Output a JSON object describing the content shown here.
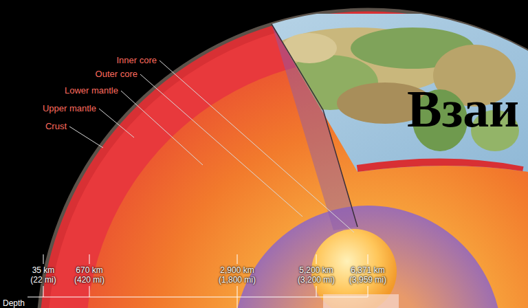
{
  "diagram": {
    "title": "Взаи",
    "labels": [
      "Inner core",
      "Outer core",
      "Lower mantle",
      "Upper mantle",
      "Crust",
      "35 km",
      "(22 mi)",
      "670 km",
      "(420 mi)",
      "2,900 km",
      "(1,800 mi)",
      "5,200 km",
      "(3,200 mi)",
      "6,371 km",
      "(3,959 mi)",
      "Depth"
    ]
  }
}
